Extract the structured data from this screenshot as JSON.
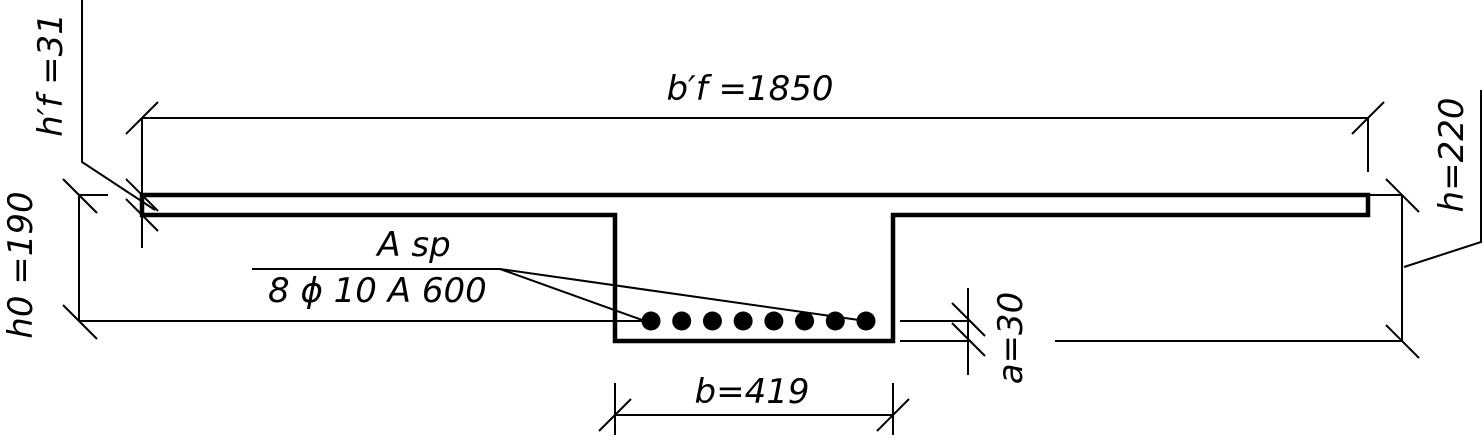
{
  "labels": {
    "flange_width": "b′f =1850",
    "flange_height": "h′f =31",
    "effective_depth": "h0 =190",
    "total_height": "h=220",
    "web_width": "b=419",
    "cover": "a=30",
    "rebar_name": "A sp",
    "rebar_spec": "8 ϕ 10  A 600"
  },
  "rebar_count": 8
}
